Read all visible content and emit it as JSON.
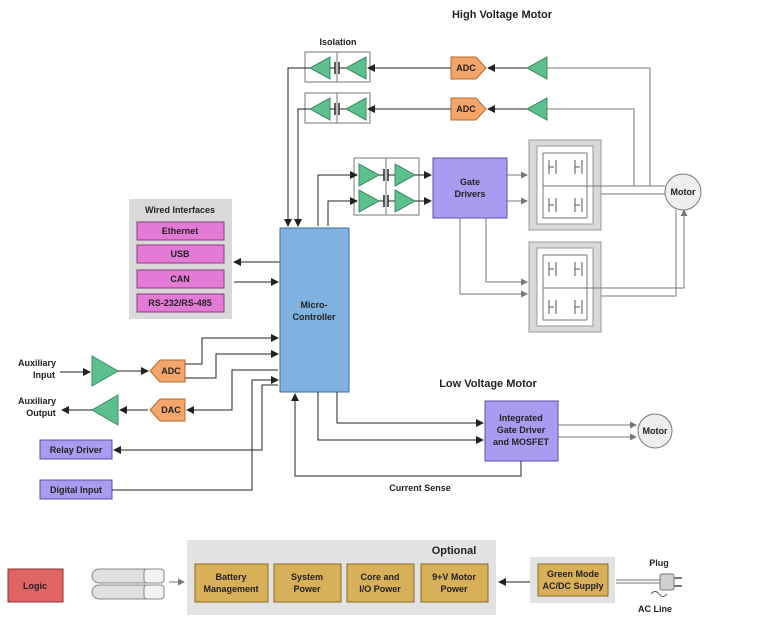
{
  "titles": {
    "high_voltage_motor": "High Voltage Motor",
    "low_voltage_motor": "Low Voltage Motor",
    "isolation": "Isolation",
    "wired_interfaces": "Wired Interfaces",
    "optional": "Optional"
  },
  "interfaces": [
    "Ethernet",
    "USB",
    "CAN",
    "RS-232/RS-485"
  ],
  "blocks": {
    "adc_top1": "ADC",
    "adc_top2": "ADC",
    "gate_drivers_1": "Gate",
    "gate_drivers_2": "Drivers",
    "motor_hv": "Motor",
    "motor_lv": "Motor",
    "mcu_1": "Micro-",
    "mcu_2": "Controller",
    "adc_aux": "ADC",
    "dac_aux": "DAC",
    "relay_driver": "Relay Driver",
    "digital_input": "Digital Input",
    "igd_1": "Integrated",
    "igd_2": "Gate Driver",
    "igd_3": "and MOSFET",
    "current_sense": "Current Sense",
    "logic": "Logic"
  },
  "aux": {
    "input_1": "Auxiliary",
    "input_2": "Input",
    "output_1": "Auxiliary",
    "output_2": "Output"
  },
  "power": {
    "battery_1": "Battery",
    "battery_2": "Management",
    "system_1": "System",
    "system_2": "Power",
    "core_1": "Core and",
    "core_2": "I/O Power",
    "motor9v_1": "9+V Motor",
    "motor9v_2": "Power",
    "green_1": "Green Mode",
    "green_2": "AC/DC Supply",
    "plug": "Plug",
    "ac_line": "AC Line"
  },
  "colors": {
    "green_amp": "#5dbf8e",
    "orange": "#f4a66a",
    "purple": "#a99cf0",
    "pink": "#e37ad6",
    "mcu_blue": "#7fb2e0",
    "power_gold": "#d9b05a",
    "logic_red": "#e06464",
    "gray_panel": "#d9d9d9"
  }
}
